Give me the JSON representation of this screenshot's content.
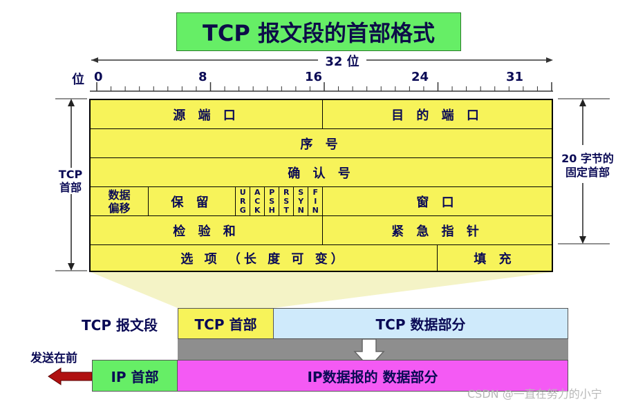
{
  "title": "TCP 报文段的首部格式",
  "ruler": {
    "width_label": "32 位",
    "bit_label": "位",
    "ticks": [
      "0",
      "8",
      "16",
      "24",
      "31"
    ]
  },
  "side": {
    "left_label": "TCP\n首部",
    "right_label": "20 字节的\n固定首部"
  },
  "fields": {
    "src_port": "源 端 口",
    "dst_port": "目 的 端 口",
    "seq": "序 号",
    "ack": "确 认 号",
    "offset": "数据\n偏移",
    "reserved": "保 留",
    "flags": [
      "URG",
      "ACK",
      "PSH",
      "RST",
      "SYN",
      "FIN"
    ],
    "window": "窗 口",
    "checksum": "检 验 和",
    "urgent": "紧 急 指 针",
    "options": "选 项 （长 度 可 变）",
    "padding": "填 充"
  },
  "segment": {
    "label": "TCP 报文段",
    "header": "TCP 首部",
    "data": "TCP 数据部分"
  },
  "ip": {
    "send_label": "发送在前",
    "header": "IP 首部",
    "data": "IP数据报的 数据部分"
  },
  "watermark": "CSDN @一直在努力的小宁",
  "colors": {
    "table_bg": "#f7f35a",
    "title_bg": "#66ee66",
    "tcp_data_bg": "#cfeafb",
    "ip_header_bg": "#66ee66",
    "ip_data_bg": "#f45af4",
    "arrow_red": "#b01010"
  }
}
